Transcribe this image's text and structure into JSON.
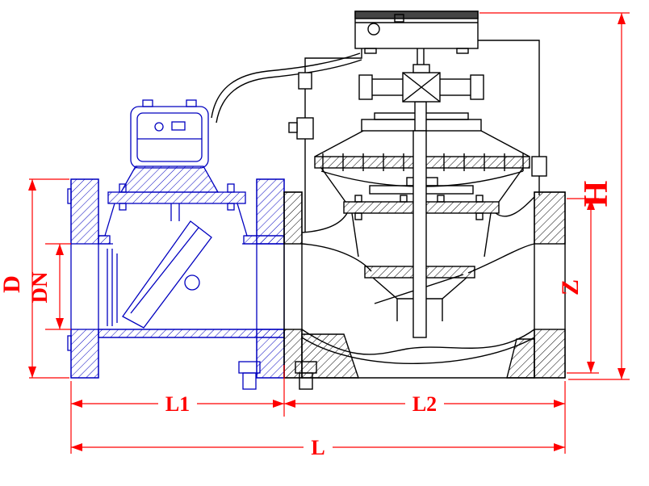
{
  "drawing": {
    "kind": "valve-and-water-meter assembly technical drawing",
    "colors": {
      "meter_lines": "#0000bf",
      "valve_lines": "#000000",
      "dimension_lines": "#ff0000",
      "background": "#ffffff"
    },
    "dimension_labels": {
      "D": "D",
      "DN": "DN",
      "L1": "L1",
      "L2": "L2",
      "L": "L",
      "Z": "Z",
      "H": "H"
    }
  }
}
